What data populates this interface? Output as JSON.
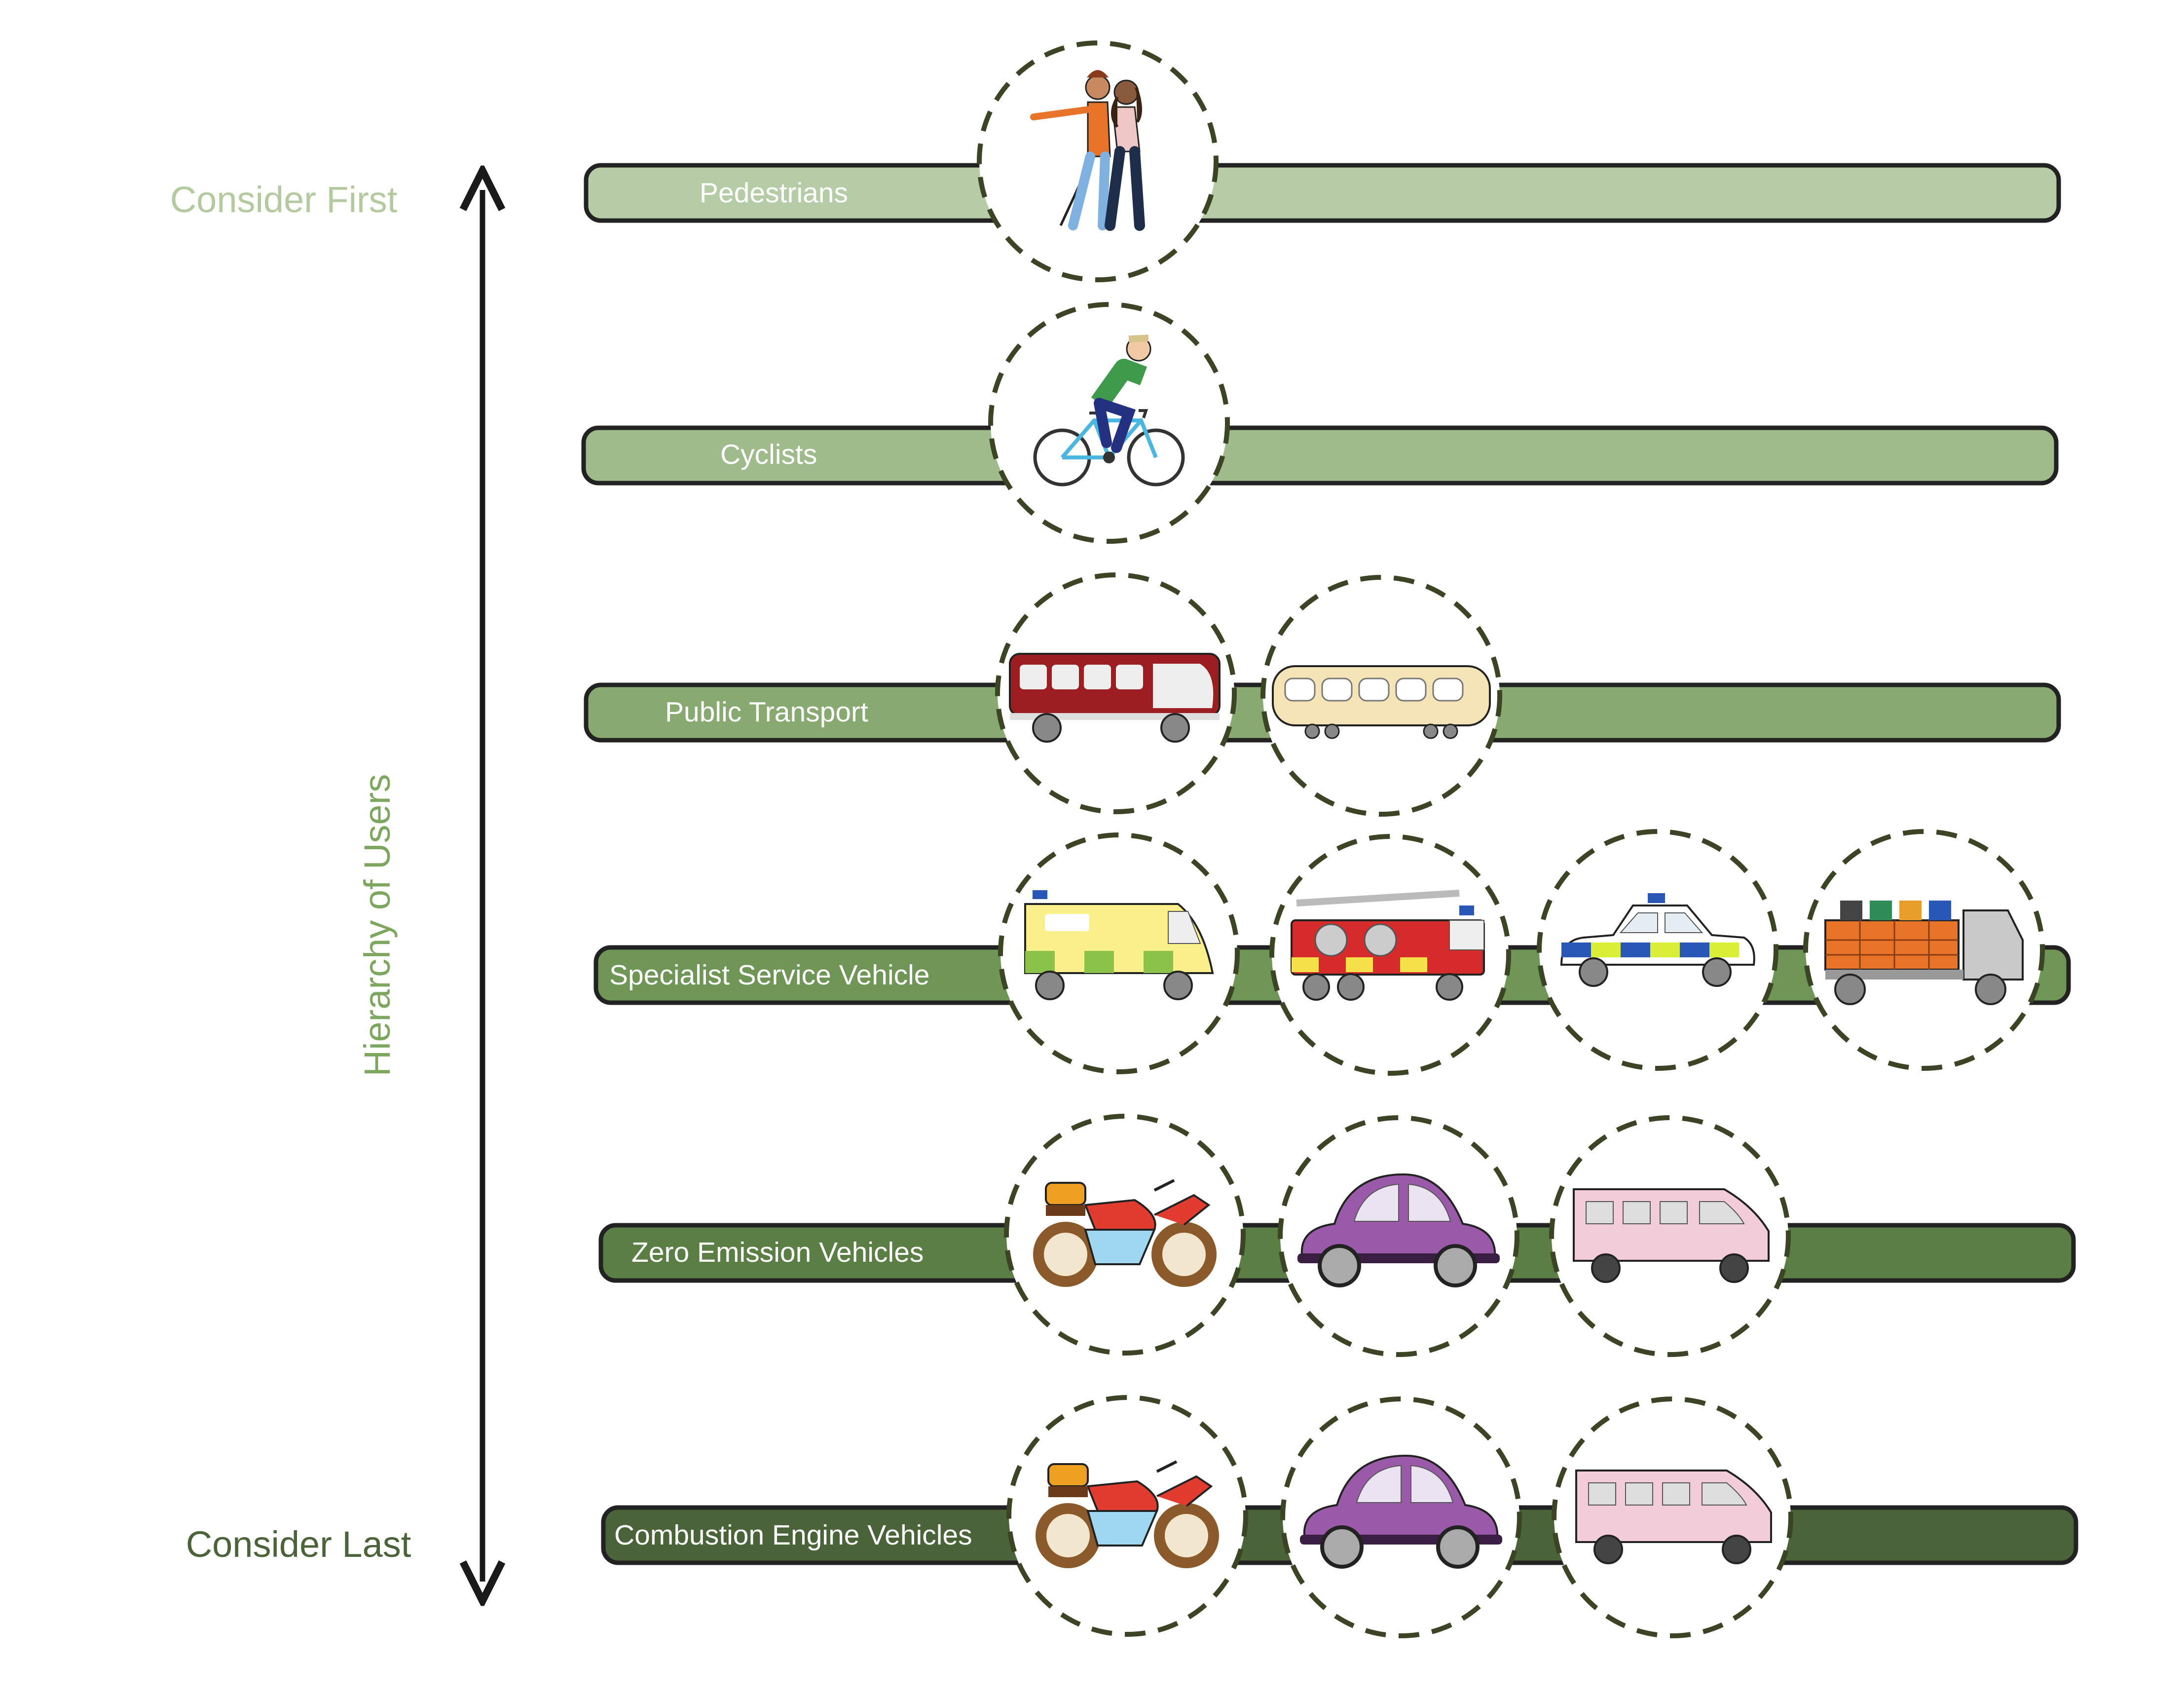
{
  "colors": {
    "pedestrians": "#b6cca7",
    "cyclists": "#9fbb8c",
    "public_transport": "#88aa70",
    "specialist": "#6f9656",
    "zero_emission": "#5a7e44",
    "combustion": "#4a6338",
    "consider_first": "#b3ca9f",
    "consider_last": "#4a6338",
    "hierarchy": "#7da65f",
    "circle_stroke": "#3b4424"
  },
  "axis": {
    "top_label": "Consider First",
    "bottom_label": "Consider Last",
    "title": "Hierarchy of Users"
  },
  "rows": [
    {
      "label": "Pedestrians",
      "icons": [
        "pedestrians-icon"
      ]
    },
    {
      "label": "Cyclists",
      "icons": [
        "cyclist-icon"
      ]
    },
    {
      "label": "Public Transport",
      "icons": [
        "bus-icon",
        "tram-icon"
      ]
    },
    {
      "label": "Specialist Service Vehicle",
      "icons": [
        "ambulance-icon",
        "fire-engine-icon",
        "police-car-icon",
        "refuse-truck-icon"
      ]
    },
    {
      "label": "Zero Emission Vehicles",
      "icons": [
        "motorcycle-icon",
        "car-icon",
        "van-icon"
      ]
    },
    {
      "label": "Combustion Engine Vehicles",
      "icons": [
        "motorcycle-icon",
        "car-icon",
        "van-icon"
      ]
    }
  ]
}
